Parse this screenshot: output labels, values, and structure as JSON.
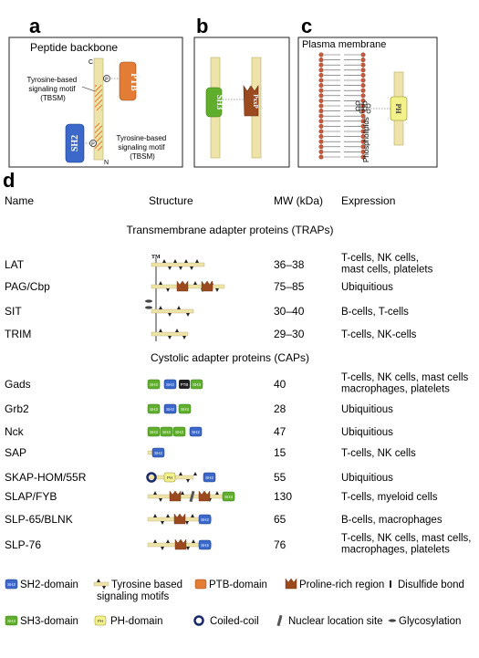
{
  "panels": {
    "a": {
      "letter": "a",
      "title": "Peptide backbone",
      "c_label": "C",
      "n_label": "N",
      "tbsm_top": [
        "Tyrosine-based",
        "signaling motif",
        "(TBSM)"
      ],
      "tbsm_bottom": [
        "Tyrosine-based",
        "signaling motif",
        "(TBSM)"
      ],
      "ptb": "PTB",
      "sh2": "SH2",
      "p": "P"
    },
    "b": {
      "letter": "b",
      "sh3": "SH3",
      "pxxp": "PxxP"
    },
    "c": {
      "letter": "c",
      "title": "Plasma membrane",
      "phospholipids": "Phospholipids",
      "ph": "PH"
    }
  },
  "table": {
    "letter": "d",
    "headers": {
      "name": "Name",
      "structure": "Structure",
      "mw": "MW (kDa)",
      "expression": "Expression"
    },
    "trap_title": "Transmembrane adapter proteins (TRAPs)",
    "cap_title": "Cystolic adapter proteins (CAPs)",
    "tm_label": "TM",
    "traps": [
      {
        "name": "LAT",
        "mw": "36–38",
        "expression": [
          "T-cells, NK cells,",
          "mast cells, platelets"
        ]
      },
      {
        "name": "PAG/Cbp",
        "mw": "75–85",
        "expression": [
          "Ubiquitious"
        ]
      },
      {
        "name": "SIT",
        "mw": "30–40",
        "expression": [
          "B-cells, T-cells"
        ]
      },
      {
        "name": "TRIM",
        "mw": "29–30",
        "expression": [
          "T-cells, NK-cells"
        ]
      }
    ],
    "caps": [
      {
        "name": "Gads",
        "mw": "40",
        "expression": [
          "T-cells, NK cells, mast cells",
          "macrophages, platelets"
        ]
      },
      {
        "name": "Grb2",
        "mw": "28",
        "expression": [
          "Ubiquitious"
        ]
      },
      {
        "name": "Nck",
        "mw": "47",
        "expression": [
          "Ubiquitious"
        ]
      },
      {
        "name": "SAP",
        "mw": "15",
        "expression": [
          "T-cells, NK cells"
        ]
      },
      {
        "name": "SKAP-HOM/55R",
        "mw": "55",
        "expression": [
          "Ubiquitious"
        ]
      },
      {
        "name": "SLAP/FYB",
        "mw": "130",
        "expression": [
          "T-cells, myeloid cells"
        ]
      },
      {
        "name": "SLP-65/BLNK",
        "mw": "65",
        "expression": [
          "B-cells, macrophages"
        ]
      },
      {
        "name": "SLP-76",
        "mw": "76",
        "expression": [
          "T-cells, NK cells, mast cells,",
          "macrophages, platelets"
        ]
      }
    ],
    "domain_tags": {
      "sh2": "SH2",
      "sh3": "SH3",
      "ptb": "PTB",
      "ph": "PH",
      "pro": "P"
    }
  },
  "legend": {
    "sh2": "SH2-domain",
    "tbsm": [
      "Tyrosine based",
      "signaling motifs"
    ],
    "ptb": "PTB-domain",
    "pro": "Proline-rich region",
    "disulfide": "Disulfide bond",
    "sh3": "SH3-domain",
    "ph": "PH-domain",
    "coil": "Coiled-coil",
    "nls": "Nuclear location site",
    "glyco": "Glycosylation"
  },
  "colors": {
    "backbone": "#eee3a8",
    "sh2": "#3b68c9",
    "sh3": "#5fae2e",
    "ptb": "#e37c35",
    "pro": "#9b4a1f",
    "ph": "#f3f28a",
    "coil": "#1b2a6b",
    "membrane": "#c75a3a"
  }
}
